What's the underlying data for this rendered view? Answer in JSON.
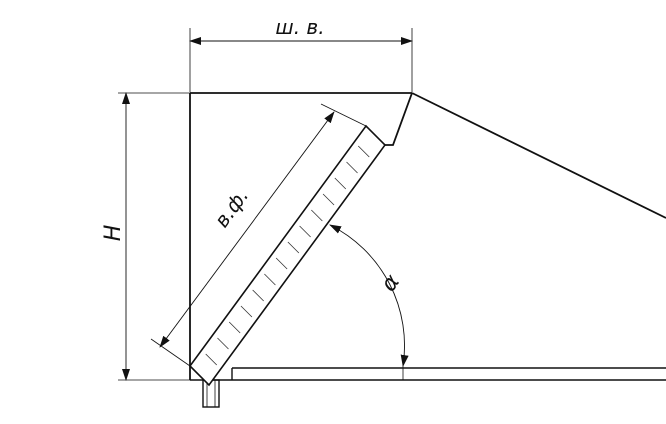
{
  "labels": {
    "top_width": "ш. в.",
    "height": "H",
    "filter_length": "в.ф.",
    "angle": "α"
  },
  "colors": {
    "line": "#111111",
    "hatch": "#333333",
    "background": "#ffffff"
  }
}
